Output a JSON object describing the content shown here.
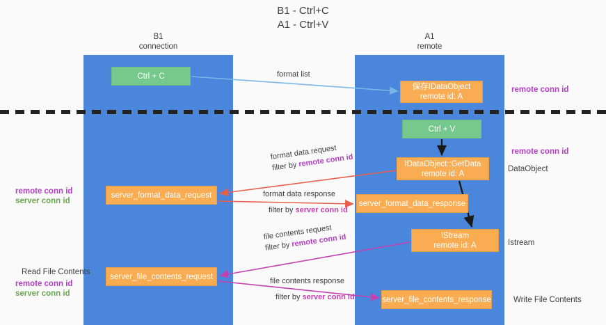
{
  "title": {
    "line1": "B1 - Ctrl+C",
    "line2": "A1 - Ctrl+V"
  },
  "lanes": [
    {
      "id": "b1",
      "name": "B1",
      "subtitle": "connection",
      "color": "#4a86dc"
    },
    {
      "id": "a1",
      "name": "A1",
      "subtitle": "remote",
      "color": "#4a86dc"
    }
  ],
  "nodes": {
    "ctrl_c": {
      "line1": "Ctrl + C",
      "line2": "",
      "color": "#76c98c"
    },
    "save_ido": {
      "line1": "保存IDataObject",
      "line2": "remote id: A",
      "color": "#f9ac52"
    },
    "ctrl_v": {
      "line1": "Ctrl + V",
      "line2": "",
      "color": "#76c98c"
    },
    "getdata": {
      "line1": "IDataObject::GetData",
      "line2": "remote id: A",
      "color": "#f9ac52"
    },
    "sfd_request": {
      "line1": "server_format_data_request",
      "line2": "",
      "color": "#f9ac52"
    },
    "sfd_response": {
      "line1": "server_format_data_response",
      "line2": "",
      "color": "#f9ac52"
    },
    "istream": {
      "line1": "IStream",
      "line2": "remote id: A",
      "color": "#f9ac52"
    },
    "sfc_request": {
      "line1": "server_file_contents_request",
      "line2": "",
      "color": "#f9ac52"
    },
    "sfc_response": {
      "line1": "server_file_contents_response",
      "line2": "",
      "color": "#f9ac52"
    }
  },
  "edge_labels": {
    "format_list": "format list",
    "format_data_request": "format data request",
    "format_data_request_filter_prefix": "filter by ",
    "format_data_request_filter_key": "remote conn id",
    "format_data_response": "format data response",
    "format_data_response_filter_prefix": "filter by ",
    "format_data_response_filter_key": "server conn id",
    "file_contents_request": "file contents request",
    "file_contents_request_filter_prefix": "filter by ",
    "file_contents_request_filter_key": "remote conn id",
    "file_contents_response": "file contents response",
    "file_contents_response_filter_prefix": "filter by ",
    "file_contents_response_filter_key": "server conn id"
  },
  "side_annotations": {
    "remote_conn_id_top": "remote conn id",
    "remote_conn_id_mid": "remote conn id",
    "dataobject": "DataObject",
    "istream": "Istream",
    "write_file_contents": "Write File Contents",
    "read_file_contents": "Read File Contents",
    "left_remote_conn_id_1": "remote conn id",
    "left_server_conn_id_1": "server conn id",
    "left_remote_conn_id_2": "remote conn id",
    "left_server_conn_id_2": "server conn id"
  },
  "colors": {
    "lane": "#4a86dc",
    "node_green": "#76c98c",
    "node_orange": "#f9ac52",
    "accent_purple": "#b23fc4",
    "accent_green": "#6aa84f",
    "arrow_blue": "#7ab5e8",
    "arrow_red": "#e8604c",
    "arrow_magenta": "#c43fb0",
    "arrow_black": "#1a1a1a",
    "divider": "#222222",
    "background": "#fafafa"
  }
}
